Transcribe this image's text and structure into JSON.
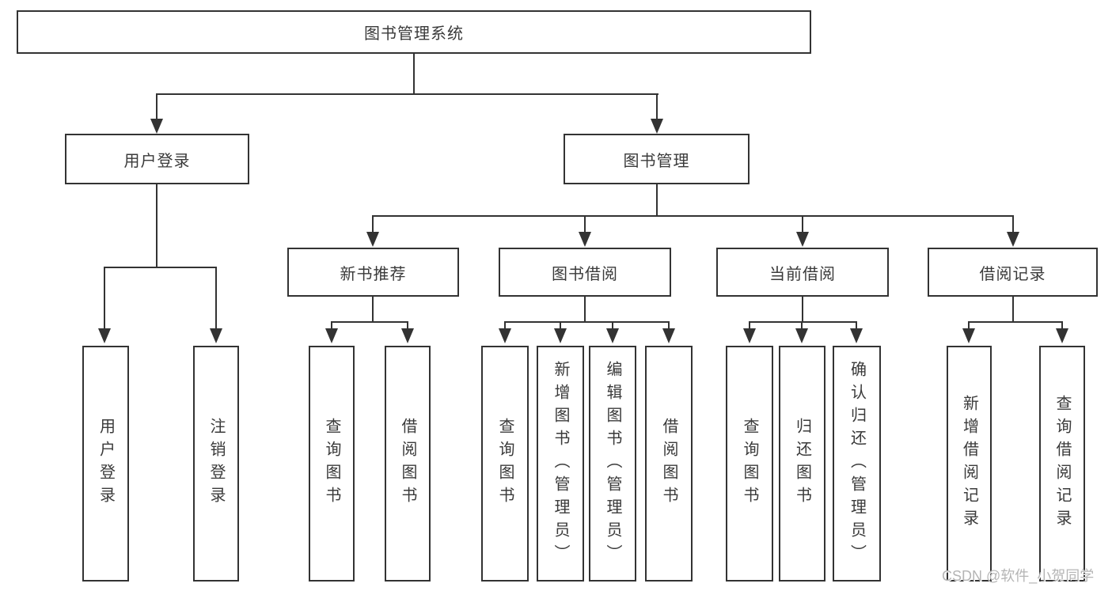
{
  "nodes": {
    "root": "图书管理系统",
    "level1": {
      "user_login": "用户登录",
      "book_management": "图书管理"
    },
    "level2": {
      "new_book_recommendation": "新书推荐",
      "book_borrowing": "图书借阅",
      "current_borrowing": "当前借阅",
      "borrowing_records": "借阅记录"
    },
    "leaves": {
      "user_login": [
        "用户登录",
        "注销登录"
      ],
      "recommendation": [
        "查询图书",
        "借阅图书"
      ],
      "borrowing": [
        "查询图书",
        "新增图书（管理员）",
        "编辑图书（管理员）",
        "借阅图书"
      ],
      "current": [
        "查询图书",
        "归还图书",
        "确认归还（管理员）"
      ],
      "records": [
        "新增借阅记录",
        "查询借阅记录"
      ]
    }
  },
  "watermark": "CSDN @软件_小贺同学",
  "colors": {
    "line": "#333333",
    "text": "#3a3a3a",
    "watermark": "#b5b5b5",
    "background": "#ffffff"
  }
}
